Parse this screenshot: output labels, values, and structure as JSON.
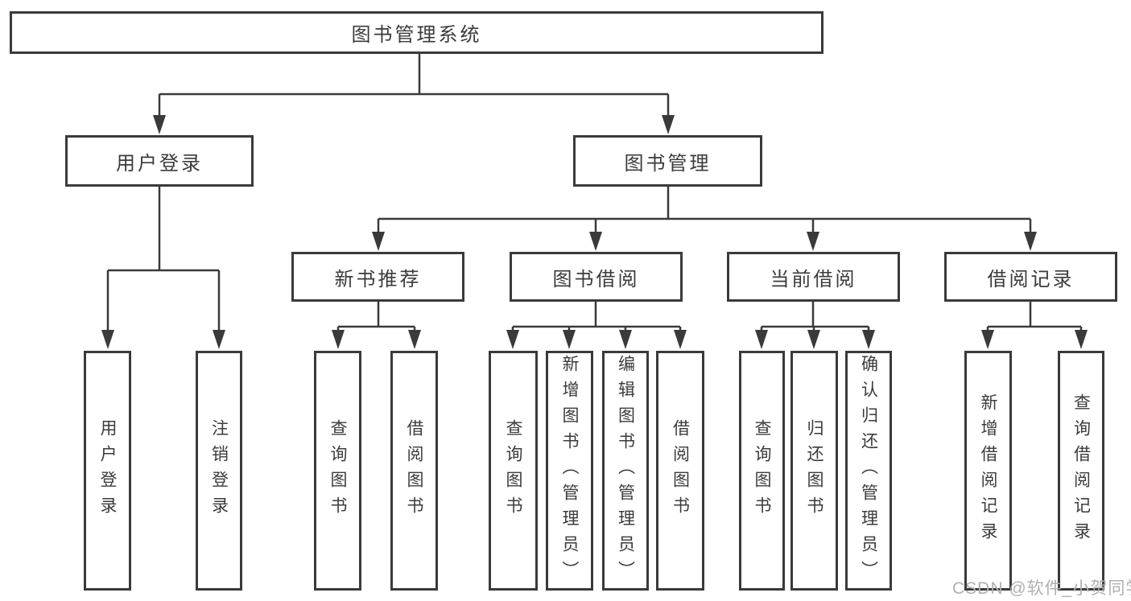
{
  "diagram": {
    "title": "图书管理系统",
    "nodes": [
      {
        "id": "root",
        "label": "图书管理系统",
        "level": 0
      },
      {
        "id": "user-login",
        "label": "用户登录",
        "level": 1
      },
      {
        "id": "book-management",
        "label": "图书管理",
        "level": 1
      },
      {
        "id": "new-book-recommend",
        "label": "新书推荐",
        "level": 2
      },
      {
        "id": "book-borrowing",
        "label": "图书借阅",
        "level": 2
      },
      {
        "id": "current-borrowing",
        "label": "当前借阅",
        "level": 2
      },
      {
        "id": "borrowing-records",
        "label": "借阅记录",
        "level": 2
      },
      {
        "id": "ul-login",
        "label": "用户登录",
        "level": 3
      },
      {
        "id": "ul-logout",
        "label": "注销登录",
        "level": 3
      },
      {
        "id": "nb-query-books",
        "label": "查询图书",
        "level": 3
      },
      {
        "id": "nb-borrow-books",
        "label": "借阅图书",
        "level": 3
      },
      {
        "id": "bb-query-books",
        "label": "查询图书",
        "level": 3
      },
      {
        "id": "bb-add-books",
        "label": "新增图书（管理员）",
        "level": 3
      },
      {
        "id": "bb-edit-books",
        "label": "编辑图书（管理员）",
        "level": 3
      },
      {
        "id": "bb-borrow-books",
        "label": "借阅图书",
        "level": 3
      },
      {
        "id": "cb-query-books",
        "label": "查询图书",
        "level": 3
      },
      {
        "id": "cb-return-books",
        "label": "归还图书",
        "level": 3
      },
      {
        "id": "cb-confirm-return",
        "label": "确认归还（管理员）",
        "level": 3
      },
      {
        "id": "br-add-record",
        "label": "新增借阅记录",
        "level": 3
      },
      {
        "id": "br-query-record",
        "label": "查询借阅记录",
        "level": 3
      }
    ],
    "edges": [
      {
        "from": "root",
        "to": "user-login"
      },
      {
        "from": "root",
        "to": "book-management"
      },
      {
        "from": "user-login",
        "to": "ul-login"
      },
      {
        "from": "user-login",
        "to": "ul-logout"
      },
      {
        "from": "book-management",
        "to": "new-book-recommend"
      },
      {
        "from": "book-management",
        "to": "book-borrowing"
      },
      {
        "from": "book-management",
        "to": "current-borrowing"
      },
      {
        "from": "book-management",
        "to": "borrowing-records"
      },
      {
        "from": "new-book-recommend",
        "to": "nb-query-books"
      },
      {
        "from": "new-book-recommend",
        "to": "nb-borrow-books"
      },
      {
        "from": "book-borrowing",
        "to": "bb-query-books"
      },
      {
        "from": "book-borrowing",
        "to": "bb-add-books"
      },
      {
        "from": "book-borrowing",
        "to": "bb-edit-books"
      },
      {
        "from": "book-borrowing",
        "to": "bb-borrow-books"
      },
      {
        "from": "current-borrowing",
        "to": "cb-query-books"
      },
      {
        "from": "current-borrowing",
        "to": "cb-return-books"
      },
      {
        "from": "current-borrowing",
        "to": "cb-confirm-return"
      },
      {
        "from": "borrowing-records",
        "to": "br-add-record"
      },
      {
        "from": "borrowing-records",
        "to": "br-query-record"
      }
    ]
  },
  "watermark": {
    "text": "CSDN @软件_小贺同学"
  }
}
